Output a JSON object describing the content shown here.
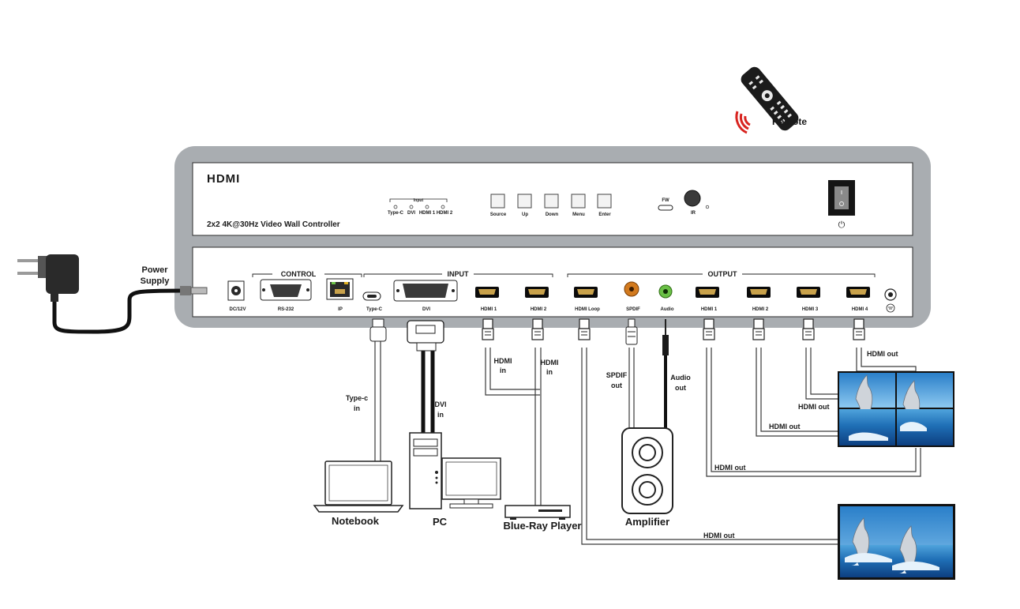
{
  "remote": {
    "label": "Remote"
  },
  "front": {
    "logo": "HDMI",
    "model": "2x2 4K@30Hz Video Wall Controller",
    "input_group": "Input",
    "input_leds": [
      "Type-C",
      "DVI",
      "HDMI 1",
      "HDMI 2"
    ],
    "buttons": [
      "Source",
      "Up",
      "Down",
      "Menu",
      "Enter"
    ],
    "fw": "FW",
    "ir": "IR",
    "power_symbol": "⏻"
  },
  "rear": {
    "groups": {
      "control": "CONTROL",
      "input": "INPUT",
      "output": "OUTPUT"
    },
    "ports": {
      "dc": "DC/12V",
      "rs232": "RS-232",
      "ip": "IP",
      "typec": "Type-C",
      "dvi": "DVI",
      "hdmi1_in": "HDMI 1",
      "hdmi2_in": "HDMI 2",
      "hdmi_loop": "HDMI Loop",
      "spdif": "SPDIF",
      "audio": "Audio",
      "hdmi1_out": "HDMI 1",
      "hdmi2_out": "HDMI 2",
      "hdmi3_out": "HDMI 3",
      "hdmi4_out": "HDMI 4"
    }
  },
  "power_supply": {
    "line1": "Power",
    "line2": "Supply"
  },
  "cables": {
    "typec_in": [
      "Type-c",
      "in"
    ],
    "dvi_in": [
      "DVI",
      "in"
    ],
    "hdmi_in_1": [
      "HDMI",
      "in"
    ],
    "hdmi_in_2": [
      "HDMI",
      "in"
    ],
    "spdif_out": [
      "SPDIF",
      "out"
    ],
    "audio_out": [
      "Audio",
      "out"
    ],
    "hdmi_out_4": "HDMI out",
    "hdmi_out_3": "HDMI out",
    "hdmi_out_2": "HDMI out",
    "hdmi_out_1": "HDMI out",
    "hdmi_out_loop": "HDMI out"
  },
  "devices": {
    "notebook": "Notebook",
    "pc": "PC",
    "bluray": "Blue-Ray Player",
    "amplifier": "Amplifier"
  }
}
